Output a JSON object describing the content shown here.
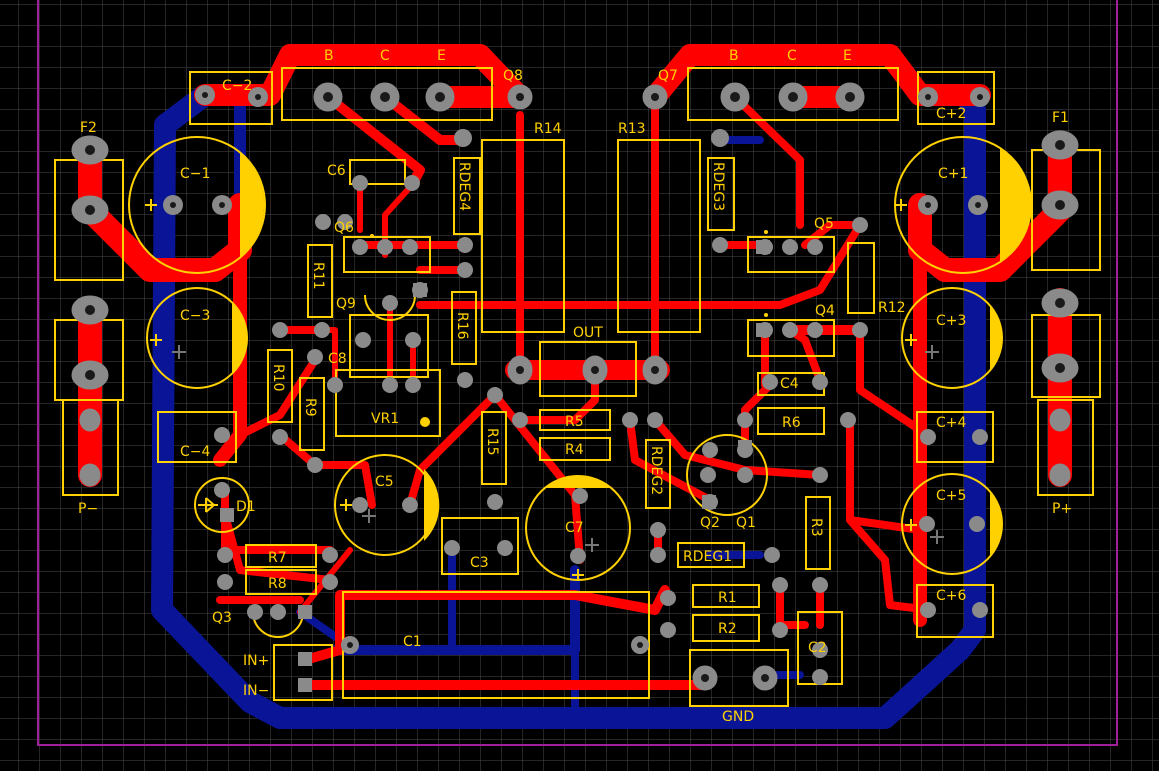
{
  "colors": {
    "background": "#000000",
    "grid": "#4a4a4a",
    "top_copper": "#ff0000",
    "bottom_copper": "#0a1496",
    "silkscreen": "#ffd100",
    "pad": "#8a8a8a",
    "hole": "#2a2a2a",
    "board_outline": "#a0209a"
  },
  "labels": {
    "q8": "Q8",
    "q8_b": "B",
    "q8_c": "C",
    "q8_e": "E",
    "q7": "Q7",
    "q7_b": "B",
    "q7_c": "C",
    "q7_e": "E",
    "cm2": "C−2",
    "cp2": "C+2",
    "f2": "F2",
    "f1": "F1",
    "cm1": "C−1",
    "cp1": "C+1",
    "cm3": "C−3",
    "cp3": "C+3",
    "cm4": "C−4",
    "cp4": "C+4",
    "cp5": "C+5",
    "cp6": "C+6",
    "c6": "C6",
    "q6": "Q6",
    "q9": "Q9",
    "q5": "Q5",
    "q4": "Q4",
    "r11": "R11",
    "r14": "R14",
    "r13": "R13",
    "r12": "R12",
    "rdeg4": "RDEG4",
    "rdeg3": "RDEG3",
    "rdeg2": "RDEG2",
    "rdeg1": "RDEG1",
    "r16": "R16",
    "c8": "C8",
    "r10": "R10",
    "r9": "R9",
    "vr1": "VR1",
    "out": "OUT",
    "r5": "R5",
    "r4": "R4",
    "r15": "R15",
    "c4": "C4",
    "r6": "R6",
    "c5": "C5",
    "c7": "C7",
    "c3": "C3",
    "q2": "Q2",
    "q1": "Q1",
    "r3": "R3",
    "d1": "D1",
    "r7": "R7",
    "r8": "R8",
    "q3": "Q3",
    "c1": "C1",
    "r1": "R1",
    "r2": "R2",
    "c2": "C2",
    "inp": "IN+",
    "inm": "IN−",
    "gnd": "GND",
    "pm": "P−",
    "pp": "P+"
  }
}
